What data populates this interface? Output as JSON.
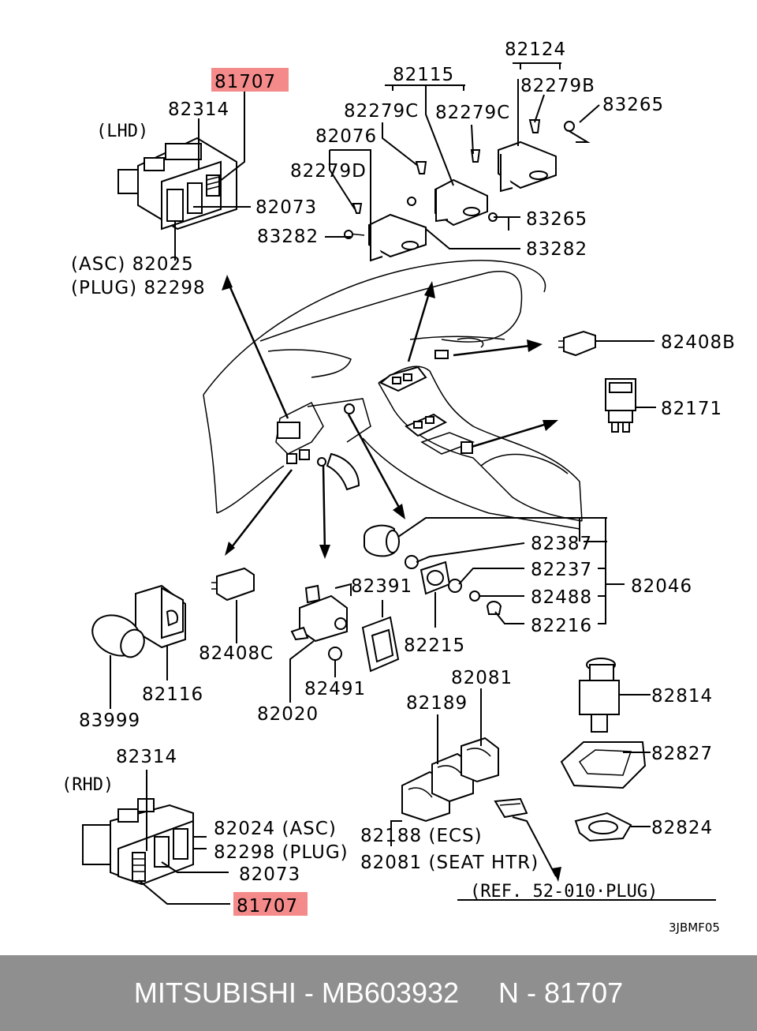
{
  "labels": {
    "top_81707": "81707",
    "top_82314": "82314",
    "lhd": "(LHD)",
    "l_82073": "82073",
    "asc_82025": "(ASC) 82025",
    "plug_82298": "(PLUG) 82298",
    "l_82076": "82076",
    "l_82279D": "82279D",
    "l_83282a": "83282",
    "l_82115": "82115",
    "l_82279C_1": "82279C",
    "l_82279C_2": "82279C",
    "l_82124": "82124",
    "l_82279B": "82279B",
    "l_83265a": "83265",
    "l_83265b": "83265",
    "l_83282b": "83282",
    "l_82408B": "82408B",
    "l_82171": "82171",
    "l_82387": "82387",
    "l_82237": "82237",
    "l_82046": "82046",
    "l_82488": "82488",
    "l_82216": "82216",
    "l_82391": "82391",
    "l_82215": "82215",
    "l_82408C": "82408C",
    "l_82116": "82116",
    "l_83999": "83999",
    "l_82020": "82020",
    "l_82491": "82491",
    "l_82081a": "82081",
    "l_82189": "82189",
    "l_82814": "82814",
    "l_82827": "82827",
    "l_82824": "82824",
    "l_82314b": "82314",
    "rhd": "(RHD)",
    "l_82024": "82024 (ASC)",
    "l_82298b": "82298 (PLUG)",
    "l_82073b": "82073",
    "bottom_81707": "81707",
    "l_82188": "82188 (ECS)",
    "l_82081b": "82081 (SEAT HTR)",
    "ref": "(REF. 52-010·PLUG)",
    "code": "3JBMF05"
  },
  "footer": {
    "text": "MITSUBISHI - MB603932     N - 81707"
  },
  "colors": {
    "highlight": "#f48a8a",
    "footer_bg": "#8f8f8f",
    "footer_text": "#ffffff"
  }
}
